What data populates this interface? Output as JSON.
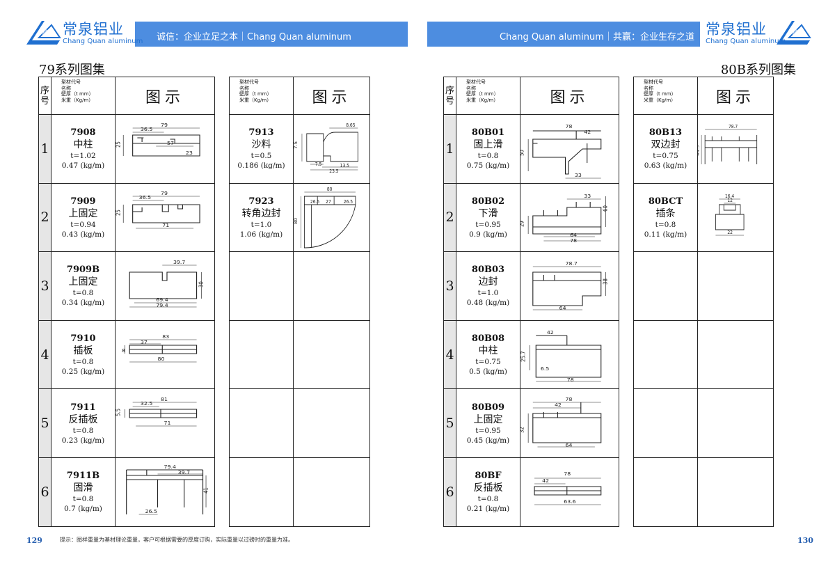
{
  "header": {
    "logo_name": "常泉铝业",
    "logo_sub": "Chang Quan aluminum",
    "logo_badge": "常泉",
    "slogan_left": "诚信：企业立足之本｜Chang Quan aluminum",
    "slogan_right": "Chang Quan aluminum｜共赢：企业生存之道",
    "band_color": "#4d8de0",
    "brand_color": "#1f6fd0"
  },
  "left_page": {
    "title": "79系列图集",
    "page_number": "129"
  },
  "right_page": {
    "title": "80B系列图集",
    "page_number": "130"
  },
  "table_header": {
    "seq": "序号",
    "desc_lines": [
      "型材代号",
      "名称",
      "壁厚（t mm）",
      "米重（Kg/m）"
    ],
    "figure": "图示"
  },
  "row_numbers": [
    "1",
    "2",
    "3",
    "4",
    "5",
    "6"
  ],
  "tables": [
    {
      "id": "t79a",
      "has_seq": true,
      "items": [
        {
          "code": "7908",
          "name": "中柱",
          "thickness": "t=1.02",
          "weight": "0.47 (kg/m)",
          "dims": [
            "79",
            "36.5",
            "25",
            "57",
            "23"
          ]
        },
        {
          "code": "7909",
          "name": "上固定",
          "thickness": "t=0.94",
          "weight": "0.43 (kg/m)",
          "dims": [
            "79",
            "36.5",
            "25",
            "71"
          ]
        },
        {
          "code": "7909B",
          "name": "上固定",
          "thickness": "t=0.8",
          "weight": "0.34 (kg/m)",
          "dims": [
            "39.7",
            "30",
            "69.4",
            "79.4"
          ]
        },
        {
          "code": "7910",
          "name": "插板",
          "thickness": "t=0.8",
          "weight": "0.25 (kg/m)",
          "dims": [
            "83",
            "37",
            "8",
            "80"
          ]
        },
        {
          "code": "7911",
          "name": "反插板",
          "thickness": "t=0.8",
          "weight": "0.23 (kg/m)",
          "dims": [
            "81",
            "32.5",
            "5.5",
            "71"
          ]
        },
        {
          "code": "7911B",
          "name": "固滑",
          "thickness": "t=0.8",
          "weight": "0.7 (kg/m)",
          "dims": [
            "79.4",
            "39.7",
            "41",
            "26.5"
          ]
        }
      ]
    },
    {
      "id": "t79b",
      "has_seq": false,
      "items": [
        {
          "code": "7913",
          "name": "沙料",
          "thickness": "t=0.5",
          "weight": "0.186 (kg/m)",
          "dims": [
            "8.65",
            "7.5",
            "7.5",
            "13.5",
            "23.5"
          ]
        },
        {
          "code": "7923",
          "name": "转角边封",
          "thickness": "t=1.0",
          "weight": "1.06 (kg/m)",
          "dims": [
            "80",
            "26.5",
            "27",
            "26.5",
            "80"
          ]
        }
      ]
    },
    {
      "id": "t80a",
      "has_seq": true,
      "items": [
        {
          "code": "80B01",
          "name": "固上滑",
          "thickness": "t=0.8",
          "weight": "0.75 (kg/m)",
          "dims": [
            "78",
            "42",
            "50",
            "33"
          ]
        },
        {
          "code": "80B02",
          "name": "下滑",
          "thickness": "t=0.95",
          "weight": "0.9 (kg/m)",
          "dims": [
            "33",
            "60",
            "29",
            "64",
            "78"
          ]
        },
        {
          "code": "80B03",
          "name": "边封",
          "thickness": "t=1.0",
          "weight": "0.48 (kg/m)",
          "dims": [
            "78.7",
            "38",
            "64"
          ]
        },
        {
          "code": "80B08",
          "name": "中柱",
          "thickness": "t=0.75",
          "weight": "0.5 (kg/m)",
          "dims": [
            "42",
            "25.7",
            "6.5",
            "78"
          ]
        },
        {
          "code": "80B09",
          "name": "上固定",
          "thickness": "t=0.95",
          "weight": "0.45 (kg/m)",
          "dims": [
            "78",
            "42",
            "32",
            "64"
          ]
        },
        {
          "code": "80BF",
          "name": "反插板",
          "thickness": "t=0.8",
          "weight": "0.21 (kg/m)",
          "dims": [
            "78",
            "42",
            "63.6"
          ]
        }
      ]
    },
    {
      "id": "t80b",
      "has_seq": false,
      "items": [
        {
          "code": "80B13",
          "name": "双边封",
          "thickness": "t=0.75",
          "weight": "0.63 (kg/m)",
          "dims": [
            "78.7",
            "44.9"
          ]
        },
        {
          "code": "80BCT",
          "name": "插条",
          "thickness": "t=0.8",
          "weight": "0.11 (kg/m)",
          "dims": [
            "16.4",
            "12",
            "22"
          ]
        }
      ]
    }
  ],
  "footer": {
    "note": "提示：图样重量为基材理论重量，客户可根据需要的厚度订购，实际重量以过磅时的重量为准。"
  }
}
